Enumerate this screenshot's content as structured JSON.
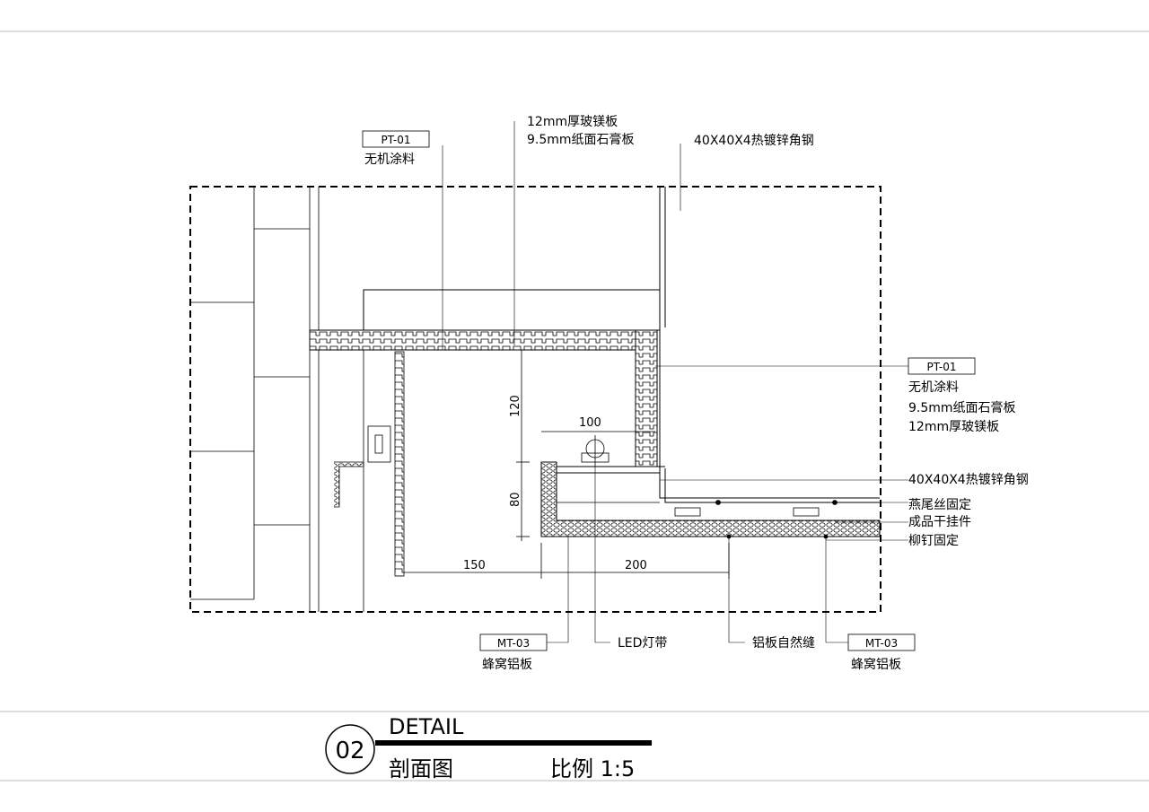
{
  "labels": {
    "top_left_tag": "PT-01",
    "top_left_name": "无机涂料",
    "top_mid_line1": "12mm厚玻镁板",
    "top_mid_line2": "9.5mm纸面石膏板",
    "top_right": "40X40X4热镀锌角钢",
    "right_tag": "PT-01",
    "right_line1": "无机涂料",
    "right_line2": "9.5mm纸面石膏板",
    "right_line3": "12mm厚玻镁板",
    "right_angle_steel": "40X40X4热镀锌角钢",
    "right_screw": "燕尾丝固定",
    "right_hanger": "成品干挂件",
    "right_rivet": "柳钉固定",
    "bottom_left_tag": "MT-03",
    "bottom_left_name": "蜂窝铝板",
    "bottom_led": "LED灯带",
    "bottom_seam": "铝板自然缝",
    "bottom_right_tag": "MT-03",
    "bottom_right_name": "蜂窝铝板"
  },
  "dimensions": {
    "d120": "120",
    "d80": "80",
    "d100": "100",
    "d150": "150",
    "d200": "200"
  },
  "title_block": {
    "number": "02",
    "heading": "DETAIL",
    "name": "剖面图",
    "scale": "比例 1:5"
  }
}
